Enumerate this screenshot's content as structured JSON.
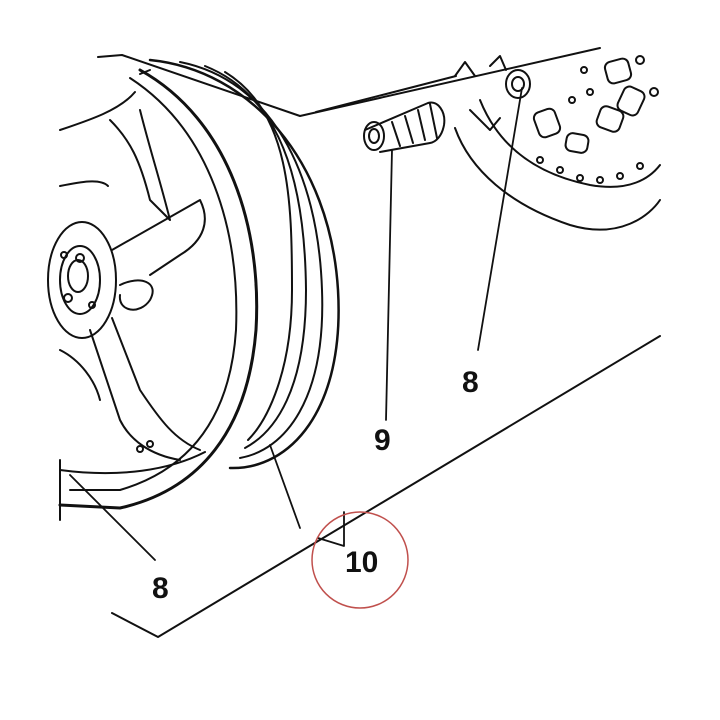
{
  "diagram": {
    "callouts": {
      "wheel_bearing_left": "8",
      "wheel_bearing_right": "8",
      "spacer": "9",
      "wheel_rim": "10"
    },
    "highlight_color": "#c0504d",
    "line_color": "#111111"
  }
}
